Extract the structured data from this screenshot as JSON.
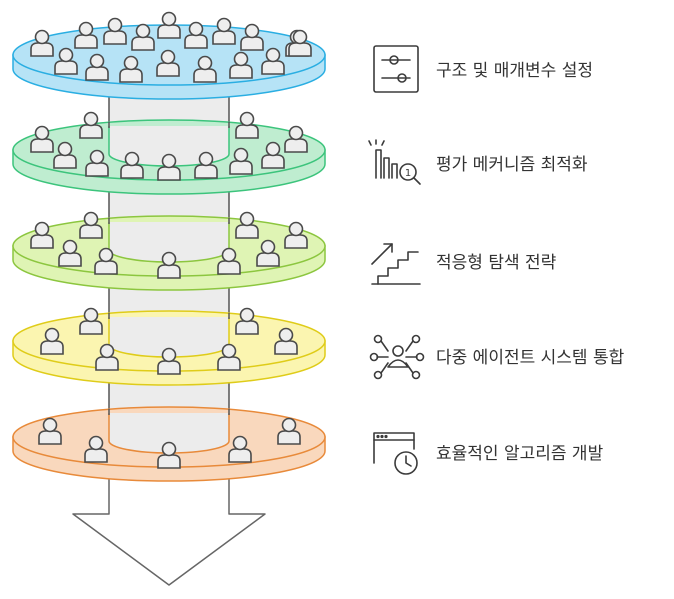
{
  "layers": [
    {
      "label": "구조 및 매개변수 설정",
      "icon": "sliders-icon",
      "fill": "#b6e3f6",
      "stroke": "#2aaee2",
      "people": 17
    },
    {
      "label": "평가 메커니즘 최적화",
      "icon": "bar-chart-search-icon",
      "fill": "#bfedd0",
      "stroke": "#3cc47c",
      "people": 12
    },
    {
      "label": "적응형 탐색 전략",
      "icon": "stairs-arrow-icon",
      "fill": "#dff4b4",
      "stroke": "#8cc63f",
      "people": 10
    },
    {
      "label": "다중 에이전트 시스템 통합",
      "icon": "network-user-icon",
      "fill": "#fbf5b0",
      "stroke": "#dfcc19",
      "people": 8
    },
    {
      "label": "효율적인 알고리즘 개발",
      "icon": "browser-clock-icon",
      "fill": "#f9d8bd",
      "stroke": "#e88a3a",
      "people": 6
    }
  ],
  "colors": {
    "column_fill": "#ececec",
    "column_stroke": "#555555",
    "arrow_fill": "#ffffff",
    "arrow_stroke": "#666666"
  }
}
